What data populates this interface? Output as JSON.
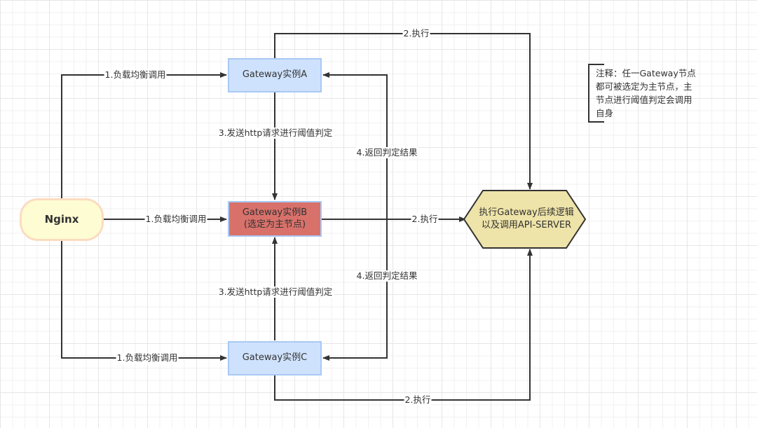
{
  "diagram": {
    "type": "flowchart",
    "nodes": {
      "nginx": {
        "label": "Nginx",
        "color": "#fefcd2",
        "border": "#fbdcc0"
      },
      "gateway_a": {
        "label": "Gateway实例A",
        "color": "#cfe2fd"
      },
      "gateway_b": {
        "label_line1": "Gateway实例B",
        "label_line2": "(选定为主节点)",
        "color": "#d9716b"
      },
      "gateway_c": {
        "label": "Gateway实例C",
        "color": "#cfe2fd"
      },
      "executor": {
        "label_line1": "执行Gateway后续逻辑",
        "label_line2": "以及调用API-SERVER",
        "color": "#eee3a8"
      }
    },
    "edges": {
      "nginx_to_a": "1.负载均衡调用",
      "nginx_to_b": "1.负载均衡调用",
      "nginx_to_c": "1.负载均衡调用",
      "a_to_exec": "2.执行",
      "b_to_exec": "2.执行",
      "c_to_exec": "2.执行",
      "a_to_b": "3.发送http请求进行阈值判定",
      "c_to_b": "3.发送http请求进行阈值判定",
      "b_to_a": "4.返回判定结果",
      "b_to_c": "4.返回判定结果"
    },
    "note": {
      "lines": [
        "注释：任一Gateway节点",
        "都可被选定为主节点，主",
        "节点进行阈值判定会调用",
        "自身"
      ]
    },
    "line_color": "#333333"
  }
}
